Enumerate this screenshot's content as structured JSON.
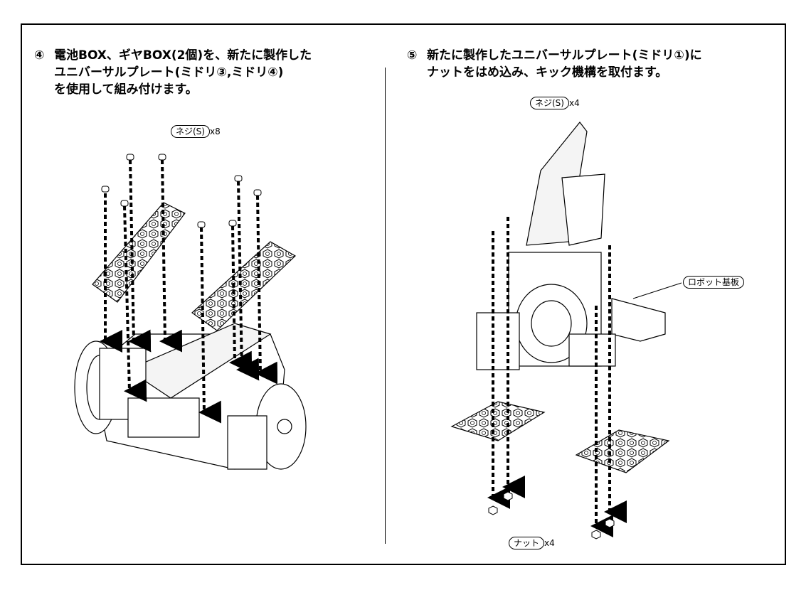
{
  "step4": {
    "number": "④",
    "lines": [
      "電池BOX、ギヤBOX(2個)を、新たに製作した",
      "ユニバーサルプレート(ミドリ③,ミドリ④)",
      "を使用して組み付けます。"
    ],
    "part_label": "ネジ(S)",
    "part_qty": "x8"
  },
  "step5": {
    "number": "⑤",
    "lines": [
      "新たに製作したユニバーサルプレート(ミドリ①)に",
      "ナットをはめ込み、キック機構を取付ます。"
    ],
    "screw_label": "ネジ(S)",
    "screw_qty": "x4",
    "nut_label": "ナット",
    "nut_qty": "x4",
    "callout": "ロボット基板"
  }
}
